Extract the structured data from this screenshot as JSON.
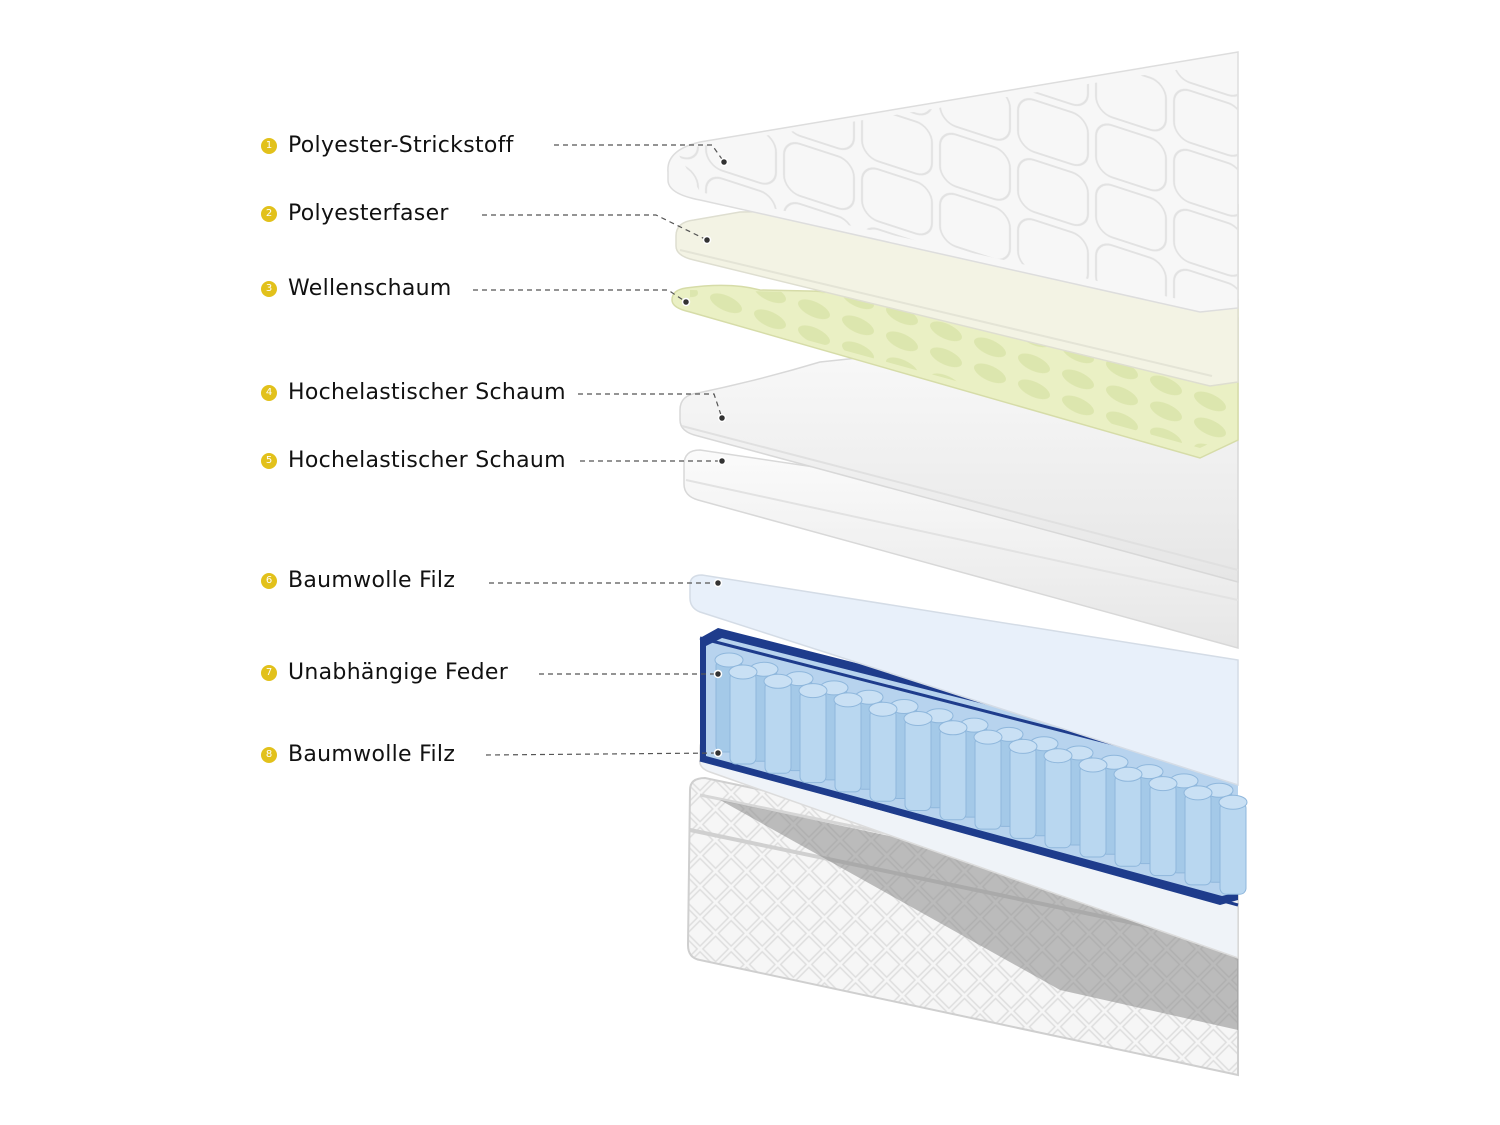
{
  "layers": [
    {
      "number": "1",
      "label": "Polyester-Strickstoff"
    },
    {
      "number": "2",
      "label": "Polyesterfaser"
    },
    {
      "number": "3",
      "label": "Wellenschaum"
    },
    {
      "number": "4",
      "label": "Hochelastischer Schaum"
    },
    {
      "number": "5",
      "label": "Hochelastischer Schaum"
    },
    {
      "number": "6",
      "label": "Baumwolle Filz"
    },
    {
      "number": "7",
      "label": "Unabhängige Feder"
    },
    {
      "number": "8",
      "label": "Baumwolle Filz"
    }
  ],
  "colors": {
    "badge": "#e2c11b",
    "knit_fabric": "#f7f7f7",
    "fiber": "#f3f3e6",
    "wave_foam": "#eaf0c4",
    "foam": "#f4f4f4",
    "felt": "#e9f1fb",
    "springs": "#a9cdea",
    "spring_frame": "#1e3c8c",
    "base_cover": "#f2f2f2"
  }
}
